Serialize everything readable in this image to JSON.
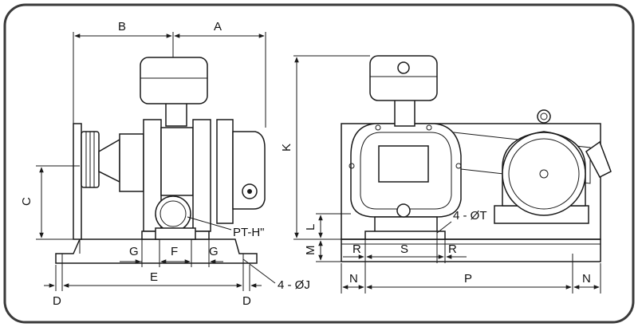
{
  "diagram": {
    "frame_color": "#3a3a3a",
    "line_color": "#1a1a1a",
    "labels": {
      "A": "A",
      "B": "B",
      "C": "C",
      "D_left": "D",
      "D_right": "D",
      "E": "E",
      "F": "F",
      "G_left": "G",
      "G_right": "G",
      "pipe": "PT-H\"",
      "holes_j": "4 - ØJ",
      "K": "K",
      "L": "L",
      "M": "M",
      "R_left": "R",
      "R_right": "R",
      "S": "S",
      "holes_t": "4 - ØT",
      "N_left": "N",
      "N_right": "N",
      "P": "P"
    }
  }
}
